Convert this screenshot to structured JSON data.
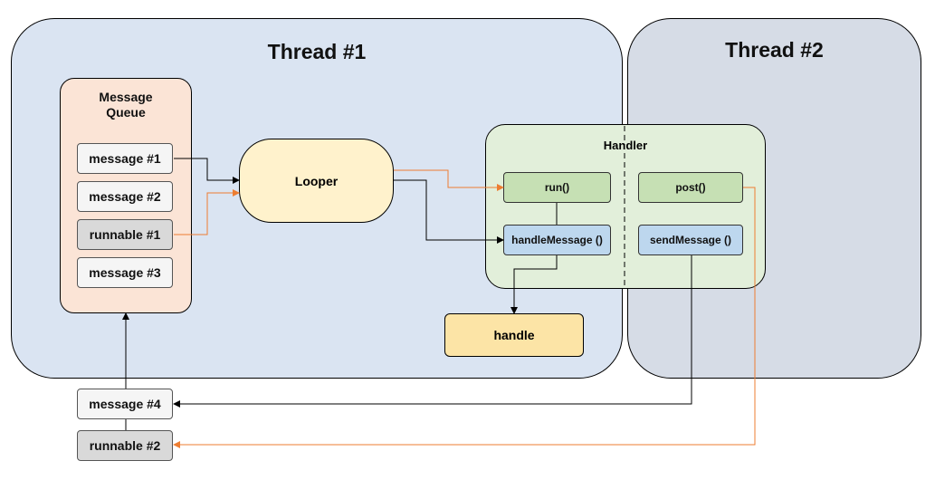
{
  "thread1": {
    "title": "Thread #1"
  },
  "thread2": {
    "title": "Thread #2"
  },
  "queue": {
    "title_line1": "Message",
    "title_line2": "Queue",
    "items": [
      "message #1",
      "message #2",
      "runnable #1",
      "message #3"
    ]
  },
  "looper": {
    "label": "Looper"
  },
  "handler": {
    "title": "Handler",
    "run": "run()",
    "handle_message": "handleMessage ()",
    "post": "post()",
    "send_message": "sendMessage ()"
  },
  "handle": {
    "label": "handle"
  },
  "incoming": [
    "message #4",
    "runnable #2"
  ],
  "colors": {
    "message_arrow": "#000000",
    "runnable_arrow": "#ed7d31",
    "thread1_bg": "#dae4f2",
    "thread2_bg": "#d6dce6"
  }
}
